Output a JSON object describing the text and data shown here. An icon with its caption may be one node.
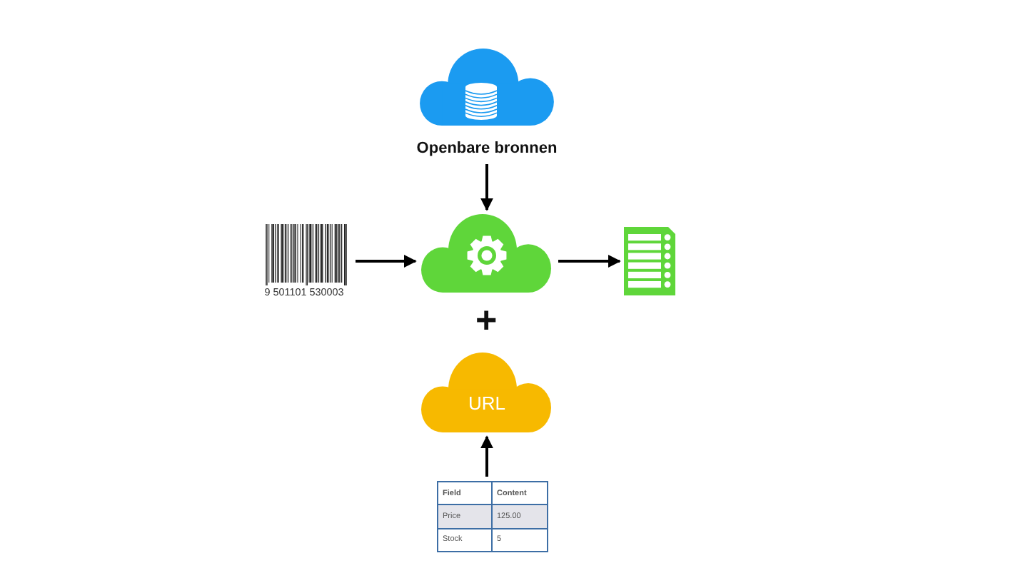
{
  "diagram": {
    "nodes": [
      {
        "text": [
          "Openbare bronnen"
        ]
      },
      {
        "text": [
          "9 501101 530003"
        ]
      },
      {
        "text": [],
        "shape": "cloud"
      },
      {
        "text": [],
        "shape": "picture"
      },
      {
        "text": [
          "URL"
        ]
      },
      {
        "text": [
          "Field",
          "Content",
          "Price",
          "125.00",
          "Stock",
          "5"
        ]
      }
    ],
    "edges": [
      {
        "from": 0,
        "to": 2,
        "arrow": "to"
      },
      {
        "from": 1,
        "to": 2,
        "arrow": "to"
      },
      {
        "from": 2,
        "to": 3,
        "arrow": "to"
      },
      {
        "from": 5,
        "to": 4,
        "arrow": "to"
      }
    ],
    "labels": [
      "+"
    ]
  }
}
